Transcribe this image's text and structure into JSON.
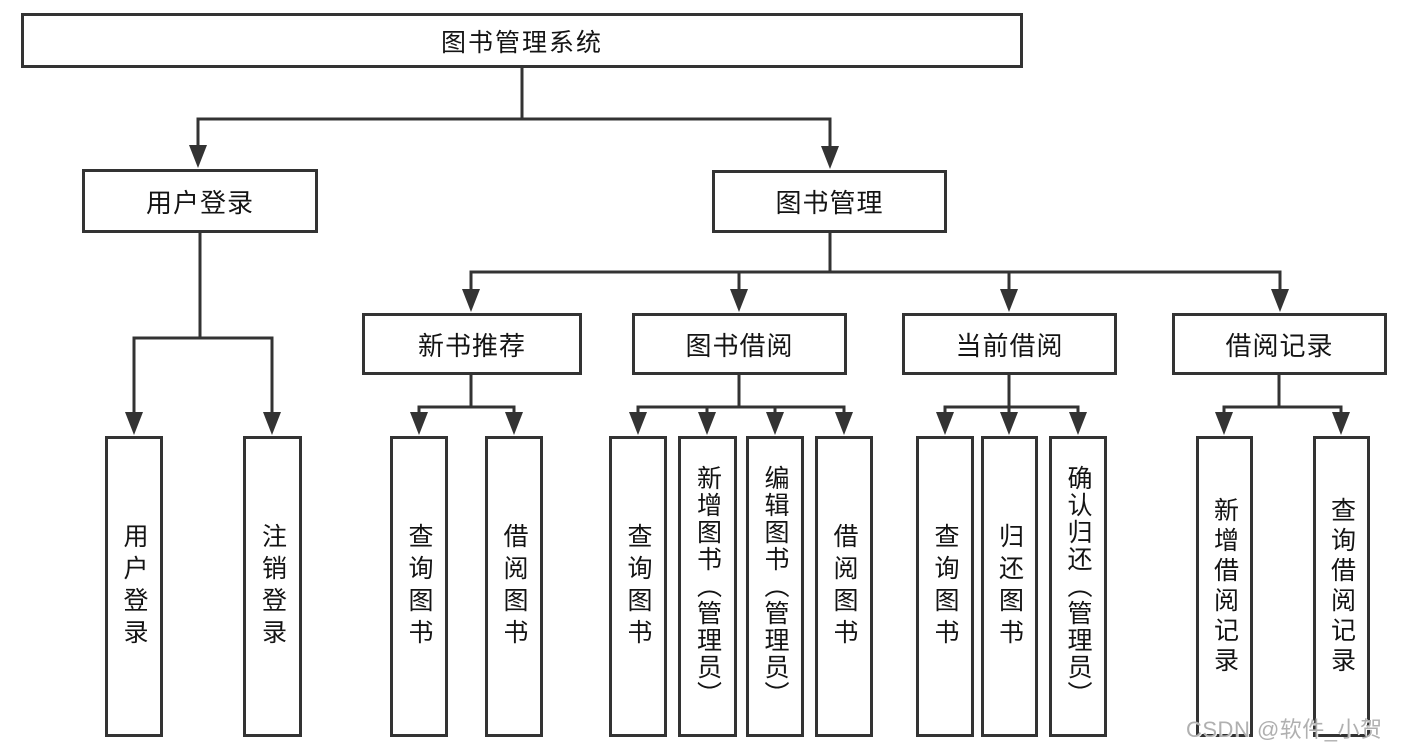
{
  "tree": {
    "root": "图书管理系统",
    "level2": {
      "user_login": "用户登录",
      "book_management": "图书管理"
    },
    "user_login_children": {
      "login": "用户登录",
      "logout": "注销登录"
    },
    "level3": {
      "new_book_recommend": "新书推荐",
      "book_borrow": "图书借阅",
      "current_borrow": "当前借阅",
      "borrow_records": "借阅记录"
    },
    "new_book_recommend_children": {
      "query_books": "查询图书",
      "borrow_books": "借阅图书"
    },
    "book_borrow_children": {
      "query_books": "查询图书",
      "add_books": "新增图书（管理员）",
      "edit_books": "编辑图书（管理员）",
      "borrow_books": "借阅图书"
    },
    "current_borrow_children": {
      "query_books": "查询图书",
      "return_books": "归还图书",
      "confirm_return": "确认归还（管理员）"
    },
    "borrow_records_children": {
      "add_record": "新增借阅记录",
      "query_record": "查询借阅记录"
    }
  },
  "watermark": "CSDN @软件_小贺同学",
  "colors": {
    "line": "#333333",
    "box_border": "#333333",
    "text": "#141414",
    "watermark": "#b0b0b0",
    "background": "#ffffff"
  }
}
